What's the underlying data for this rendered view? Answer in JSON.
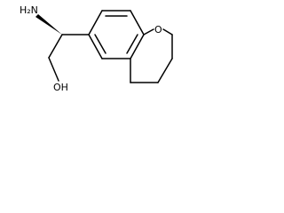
{
  "molecule": {
    "atoms": {
      "amine": "H₂N",
      "ring_oxygen": "O",
      "hydroxyl": "OH"
    },
    "colors": {
      "bond": "#000000",
      "text": "#000000",
      "background": "#ffffff"
    }
  }
}
